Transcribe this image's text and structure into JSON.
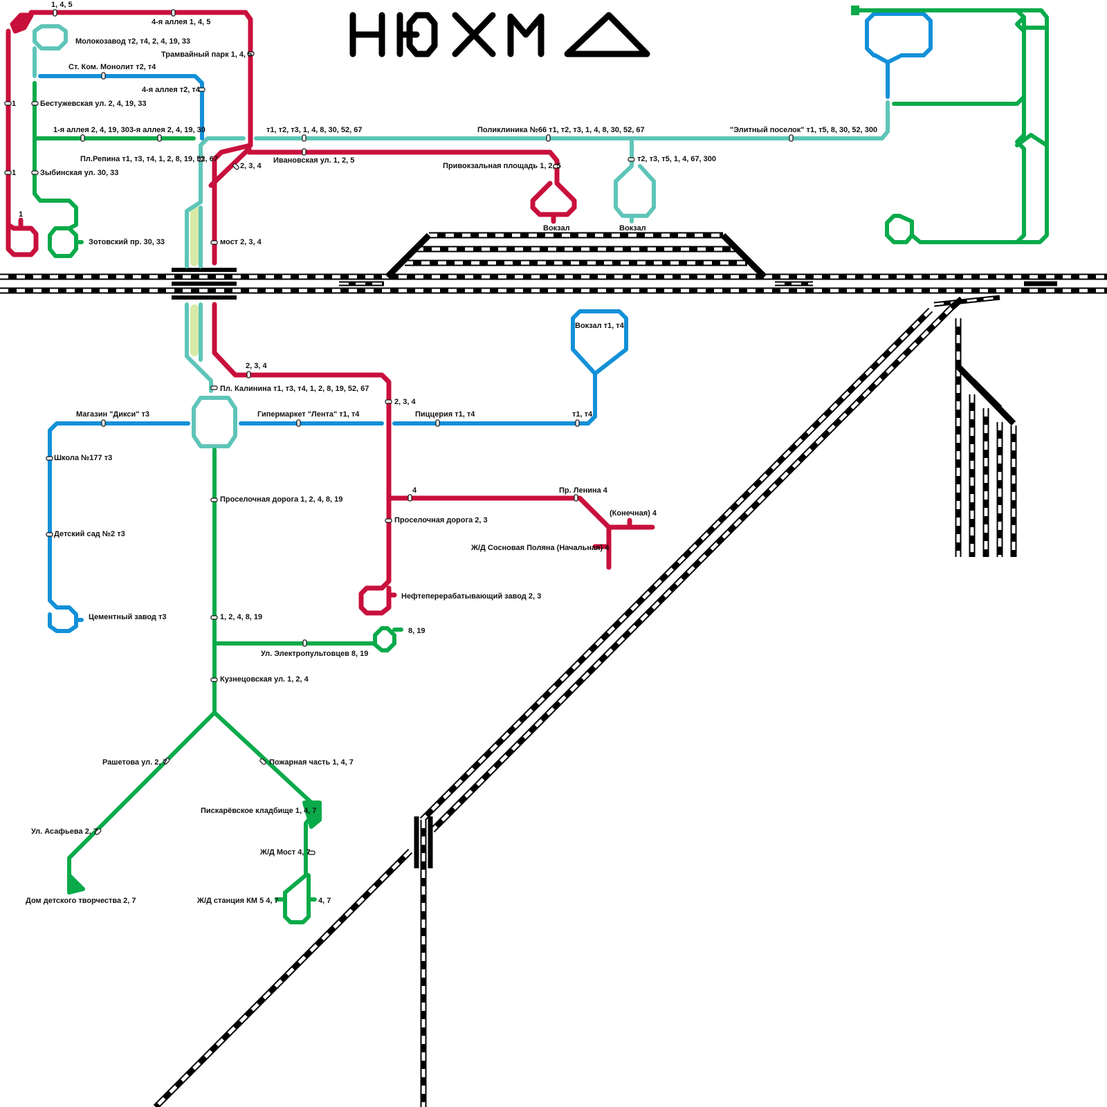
{
  "title": "НЮХМА",
  "colors": {
    "red": "#c8103c",
    "teal": "#5ec5b8",
    "blue": "#1390d8",
    "green": "#0aaa4a",
    "rail": "#000000",
    "pale": "#d8eaa8"
  },
  "stops": {
    "red_145_top": "1, 4, 5",
    "red_4alley": "4-я аллея 1, 4, 5",
    "red_tramdepot": "Трамвайный парк 1, 4, 5",
    "red_1_a": "1",
    "red_1_b": "1",
    "red_1_c": "1",
    "red_234_a": "2, 3, 4",
    "red_ivanovskaya": "Ивановская ул. 1, 2, 5",
    "red_privokzalnaya": "Привокзальная площадь 1, 2, 5",
    "red_vokzal": "Вокзал",
    "red_most": "мост 2, 3, 4",
    "red_234_b": "2, 3, 4",
    "red_234_c": "2, 3, 4",
    "red_4": "4",
    "red_lenina": "Пр. Ленина 4",
    "red_konechnaya": "(Конечная) 4",
    "red_sosnovaya": "Ж/Д Сосновая Поляна (Начальная) 4",
    "red_proselochnaya": "Проселочная дорога 2, 3",
    "red_neft": "Нефтеперерабатывающий завод 2, 3",
    "teal_molokozavod": "Молокозавод т2, т4, 2, 4, 19, 33",
    "teal_main": "т1, т2, т3, 1, 4, 8, 30, 52, 67",
    "teal_poliklinika": "Поликлиника №66 т1, т2, т3, 1, 4, 8, 30, 52, 67",
    "teal_elitny": "\"Элитный поселок\" т1, т5, 8, 30, 52, 300",
    "teal_repina": "Пл.Репина т1, т3, т4, 1, 2, 8, 19, 52, 67",
    "teal_branch": "т2, т3, т5, 1, 4, 67, 300",
    "teal_vokzal": "Вокзал",
    "teal_kalinina": "Пл. Калинина т1, т3, т4, 1, 2, 8, 19, 52, 67",
    "blue_monolit": "Ст. Ком. Монолит т2, т4",
    "blue_4alley": "4-я аллея т2, т4",
    "blue_vokzal": "Вокзал т1, т4",
    "blue_dixi": "Магазин \"Дикси\" т3",
    "blue_lenta": "Гипермаркет \"Лента\" т1, т4",
    "blue_pizza": "Пиццерия т1, т4",
    "blue_t1t4": "т1, т4",
    "blue_school": "Школа №177 т3",
    "blue_kinder": "Детский сад №2 т3",
    "blue_cement": "Цементный завод т3",
    "green_bestuzhev": "Бестужевская ул. 2, 4, 19, 33",
    "green_1alley": "1-я аллея 2, 4, 19, 30",
    "green_3alley": "3-я аллея 2, 4, 19, 30",
    "green_zybinskaya": "Зыбинская ул. 30, 33",
    "green_zotovsky": "Зотовский пр. 30, 33",
    "green_proselochnaya": "Проселочная дорога 1, 2, 4, 8, 19",
    "green_12489": "1, 2, 4, 8, 19",
    "green_elektro": "Ул. Электропультовцев 8, 19",
    "green_819": "8, 19",
    "green_kuznetsov": "Кузнецовская ул. 1, 2, 4",
    "green_rashetova": "Рашетова ул. 2, 7",
    "green_pozhar": "Пожарная часть 1, 4, 7",
    "green_asafyeva": "Ул. Асафьева 2, 7",
    "green_piskarev": "Пискарёвское кладбище 1, 4, 7",
    "green_zdmost": "Ж/Д Мост 4, 7",
    "green_km5": "Ж/Д станция КМ 5 4, 7",
    "green_47": "4, 7",
    "green_dom": "Дом детского творчества 2, 7"
  }
}
